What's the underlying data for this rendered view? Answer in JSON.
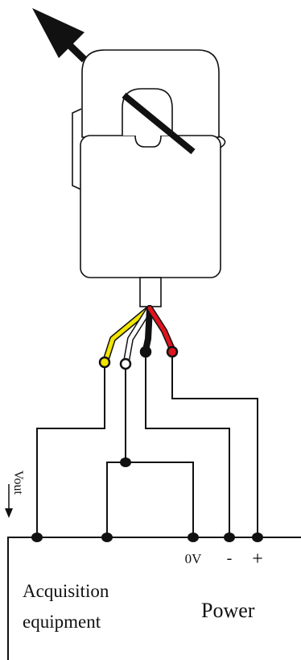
{
  "labels": {
    "vout": "Vout",
    "zero_v": "0V",
    "minus": "-",
    "plus": "+",
    "acquisition_line1": "Acquisition",
    "acquisition_line2": "equipment",
    "power": "Power"
  },
  "colors": {
    "line": "#111111",
    "yellow_wire": "#f2e600",
    "white_wire": "#ffffff",
    "black_wire": "#111111",
    "red_wire": "#e0141e"
  },
  "icons": {
    "direction_arrow": "arrow-up-left-icon",
    "sensor": "split-core-current-transformer"
  }
}
